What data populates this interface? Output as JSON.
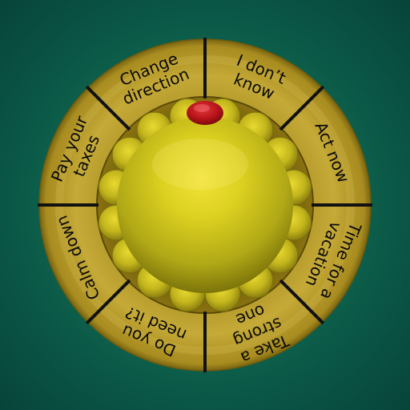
{
  "wheel": {
    "segments": [
      {
        "lines": [
          "I don’t",
          "know"
        ]
      },
      {
        "lines": [
          "Act now"
        ]
      },
      {
        "lines": [
          "Time for a",
          "vacation"
        ]
      },
      {
        "lines": [
          "Take a",
          "strong",
          "one"
        ]
      },
      {
        "lines": [
          "Do you",
          "need it?"
        ]
      },
      {
        "lines": [
          "Calm down"
        ]
      },
      {
        "lines": [
          "Pay your",
          "taxes"
        ]
      },
      {
        "lines": [
          "Change",
          "direction"
        ]
      }
    ],
    "pointer": "pointer-marker",
    "hub": "center-spin-button",
    "colors": {
      "background": "#0b5a48",
      "ring": "#b59a2c",
      "ring_dark": "#7d6612",
      "dividers": "#111111",
      "text": "#0a0a0a",
      "hub": "#d6cc1e",
      "pointer": "#c0151b"
    }
  }
}
